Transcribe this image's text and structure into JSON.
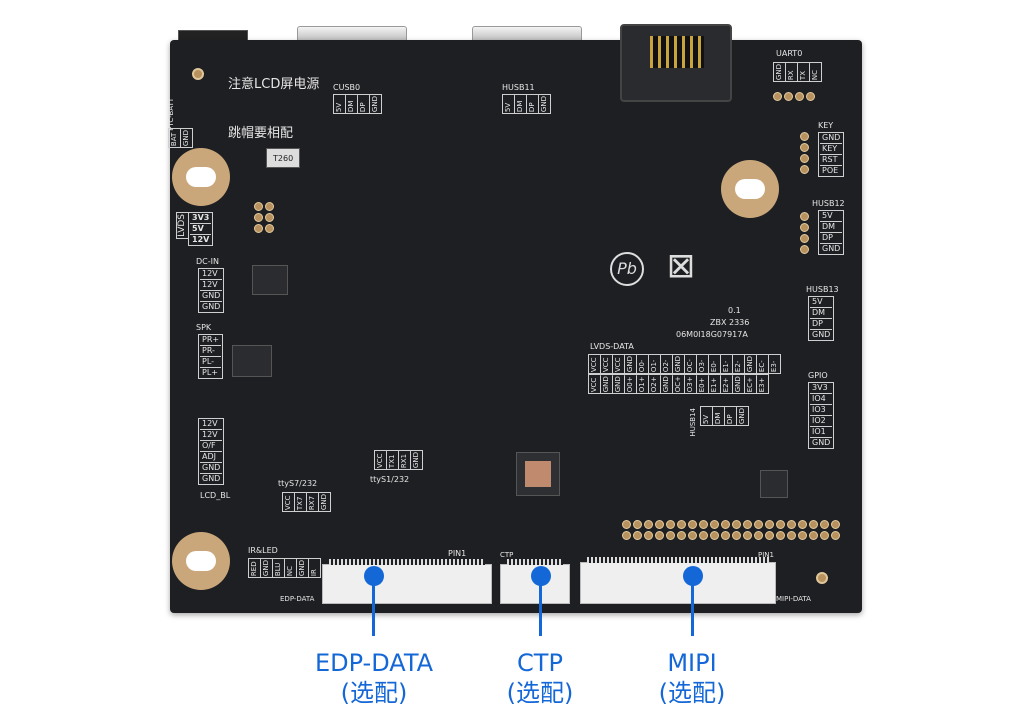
{
  "board": {
    "notice_line1": "注意LCD屏电源",
    "notice_line2": "跳帽要相配",
    "ptc_batt": "PTC-BATT",
    "bat_pins": [
      "BAT",
      "GND"
    ],
    "cusb0": {
      "title": "CUSB0",
      "pins": [
        "5V",
        "DM",
        "DP",
        "GND"
      ]
    },
    "husb11": {
      "title": "HUSB11",
      "pins": [
        "5V",
        "DM",
        "DP",
        "GND"
      ]
    },
    "uart0": {
      "title": "UART0",
      "pins": [
        "GND",
        "RX",
        "TX",
        "NC"
      ]
    },
    "key": {
      "title": "KEY",
      "pins": [
        "GND",
        "KEY",
        "RST",
        "POE"
      ]
    },
    "husb12": {
      "title": "HUSB12",
      "pins": [
        "5V",
        "DM",
        "DP",
        "GND"
      ]
    },
    "husb13": {
      "title": "HUSB13",
      "pins": [
        "5V",
        "DM",
        "DP",
        "GND"
      ]
    },
    "gpio": {
      "title": "GPIO",
      "pins": [
        "3V3",
        "IO4",
        "IO3",
        "IO2",
        "IO1",
        "GND"
      ]
    },
    "lvds": {
      "title": "LVDS",
      "pins": [
        "3V3",
        "5V",
        "12V"
      ]
    },
    "dc_in": {
      "title": "DC-IN",
      "pins": [
        "12V",
        "12V",
        "GND",
        "GND"
      ]
    },
    "spk": {
      "title": "SPK",
      "pins": [
        "PR+",
        "PR-",
        "PL-",
        "PL+"
      ]
    },
    "lcd_bl": {
      "title": "LCD_BL",
      "pins": [
        "12V",
        "12V",
        "O/F",
        "ADJ",
        "GND",
        "GND"
      ]
    },
    "lvds_data": {
      "title": "LVDS-DATA",
      "top": [
        "VCC",
        "VCC",
        "VCC",
        "GND",
        "O0-",
        "O1-",
        "O2-",
        "GND",
        "OC-",
        "O3-",
        "E0-",
        "E1-",
        "E2-",
        "GND",
        "EC-",
        "E3-"
      ],
      "bottom": [
        "VCC",
        "GND",
        "GND",
        "O0+",
        "O1+",
        "O2+",
        "GND",
        "OC+",
        "O3+",
        "E0+",
        "E1+",
        "E2+",
        "GND",
        "EC+",
        "E3+"
      ]
    },
    "husb14": {
      "title": "HUSB14",
      "pins": [
        "5V",
        "DM",
        "DP",
        "GND"
      ]
    },
    "ttys7": {
      "title": "ttyS7/232",
      "pins": [
        "VCC",
        "TX7",
        "RX7",
        "GND"
      ]
    },
    "ttys1": {
      "title": "ttyS1/232",
      "pins": [
        "VCC",
        "TX1",
        "RX1",
        "GND"
      ]
    },
    "ir_led": {
      "title": "IR&LED",
      "pins": [
        "RED",
        "GND",
        "BLU",
        "NC",
        "GND",
        "IR"
      ]
    },
    "pin1_labels": [
      "PIN1",
      "PIN1"
    ],
    "ctp_label": "CTP",
    "edp_label": "EDP-DATA",
    "mipi_label": "MIPI-DATA",
    "t260": "T260",
    "version": "0.1",
    "zbx": "ZBX 2336",
    "serial": "06M0I18G07917A",
    "pb_free_symbol": "Pb",
    "icons": [
      "pb-free-icon",
      "weee-bin-icon"
    ]
  },
  "callouts": [
    {
      "title": "EDP-DATA",
      "sub": "(选配)"
    },
    {
      "title": "CTP",
      "sub": "(选配)"
    },
    {
      "title": "MIPI",
      "sub": "(选配)"
    }
  ],
  "colors": {
    "board": "#1e1f22",
    "callout": "#1467d6",
    "pad": "#b8925e"
  }
}
